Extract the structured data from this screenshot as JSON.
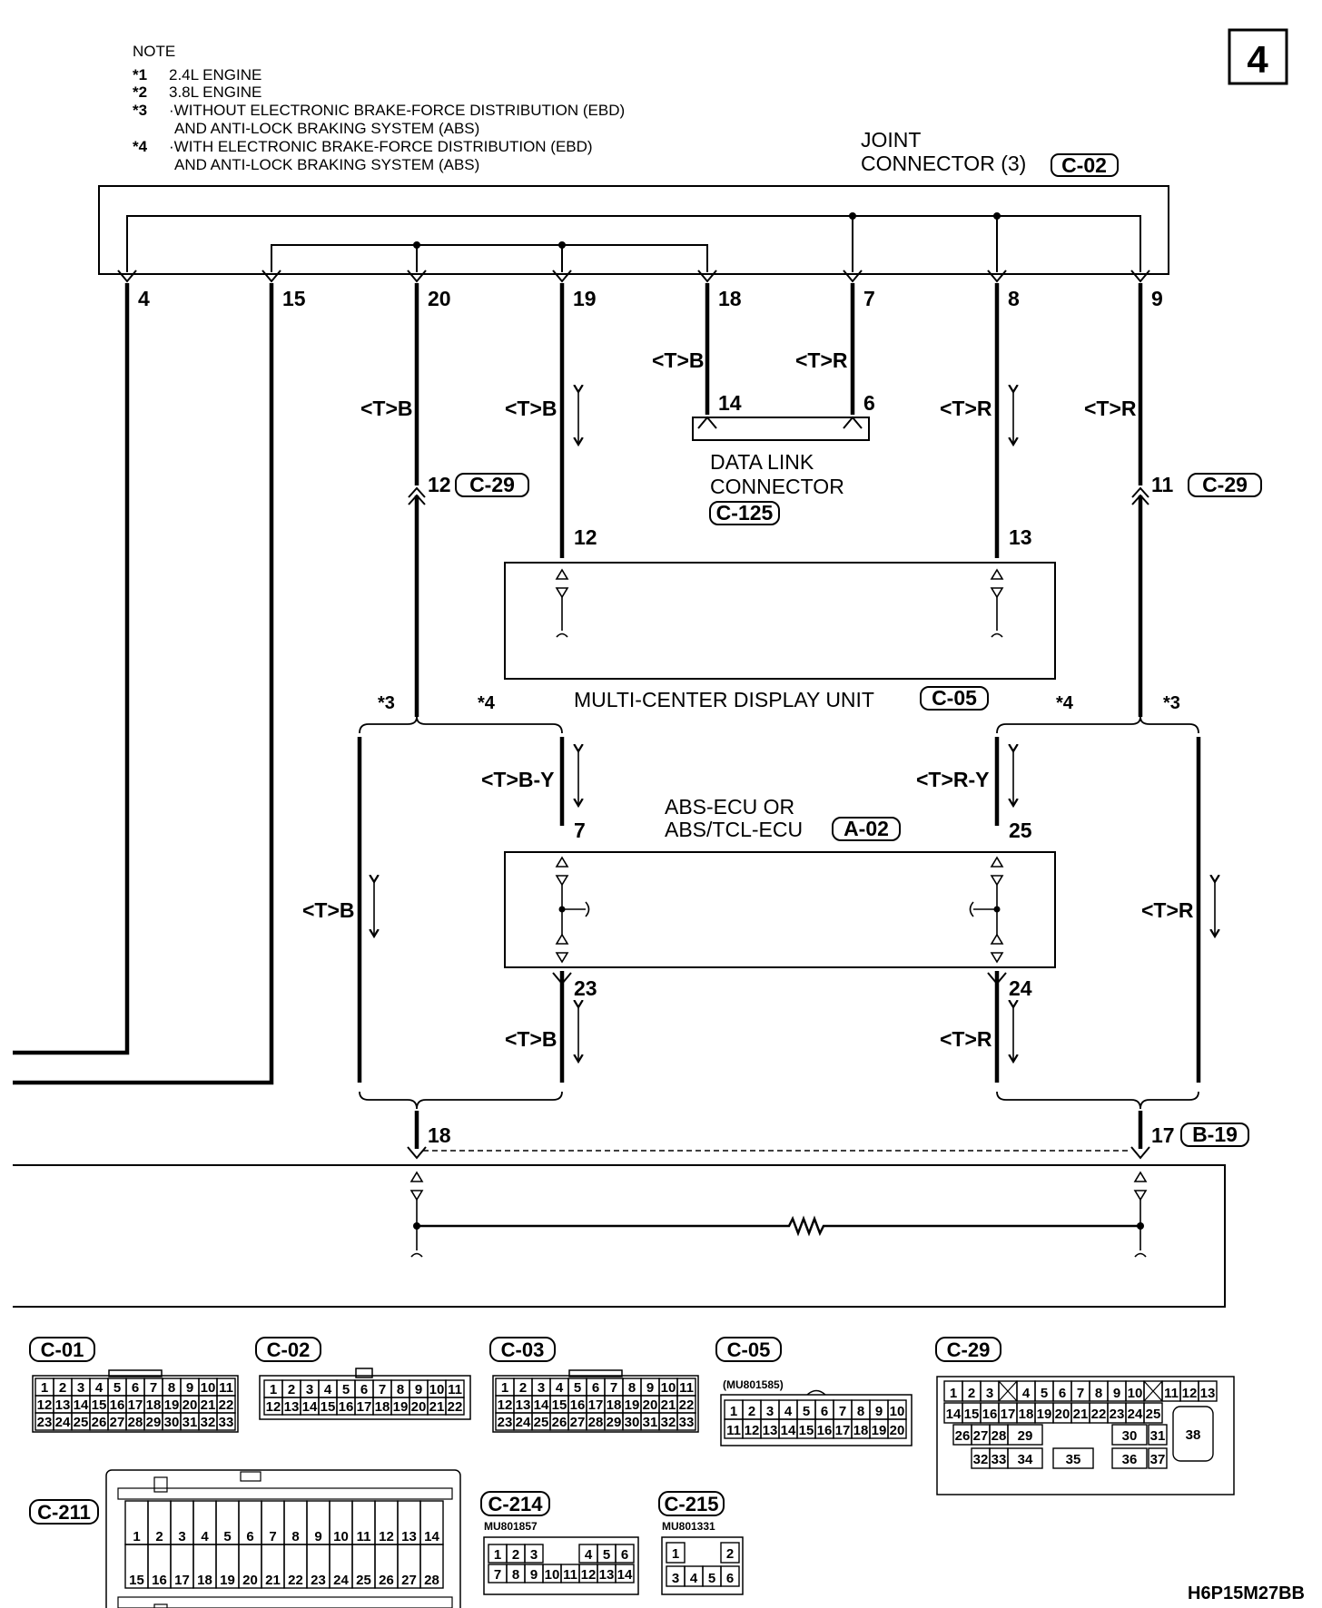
{
  "page_number": "4",
  "figure_code": "H6P15M27BB",
  "note": {
    "title": "NOTE",
    "items": [
      {
        "mark": "*1",
        "text": "2.4L ENGINE"
      },
      {
        "mark": "*2",
        "text": "3.8L ENGINE"
      },
      {
        "mark": "*3",
        "text": "·WITHOUT ELECTRONIC BRAKE-FORCE DISTRIBUTION (EBD)"
      },
      {
        "mark": "",
        "text": "AND ANTI-LOCK BRAKING SYSTEM (ABS)"
      },
      {
        "mark": "*4",
        "text": "·WITH ELECTRONIC BRAKE-FORCE DISTRIBUTION (EBD)"
      },
      {
        "mark": "",
        "text": "AND ANTI-LOCK BRAKING SYSTEM (ABS)"
      }
    ]
  },
  "joint_connector": {
    "line1": "JOINT",
    "line2": "CONNECTOR (3)",
    "code": "C-02"
  },
  "joint_pins": [
    "4",
    "15",
    "20",
    "19",
    "18",
    "7",
    "8",
    "9"
  ],
  "data_link": {
    "line1": "DATA LINK",
    "line2": "CONNECTOR",
    "code": "C-125",
    "pin_a": "14",
    "pin_b": "6"
  },
  "mcd": {
    "label": "MULTI-CENTER DISPLAY UNIT",
    "code": "C-05",
    "pin_left": "12",
    "pin_right": "13"
  },
  "abs": {
    "line1": "ABS-ECU OR",
    "line2": "ABS/TCL-ECU",
    "code": "A-02",
    "pin_tl": "7",
    "pin_tr": "25",
    "pin_bl": "23",
    "pin_br": "24"
  },
  "c29": {
    "pin_left": "12",
    "pin_right": "11",
    "code": "C-29"
  },
  "bottom_conn": {
    "pin_left": "18",
    "pin_right": "17",
    "code": "B-19"
  },
  "wire_colors": {
    "tb": "<T>B",
    "tr": "<T>R",
    "tby": "<T>B-Y",
    "try": "<T>R-Y"
  },
  "marks": {
    "m3": "*3",
    "m4": "*4"
  },
  "connectors": {
    "c01": {
      "code": "C-01",
      "rows": [
        [
          "1",
          "2",
          "3",
          "4",
          "5",
          "6",
          "7",
          "8",
          "9",
          "10",
          "11"
        ],
        [
          "12",
          "13",
          "14",
          "15",
          "16",
          "17",
          "18",
          "19",
          "20",
          "21",
          "22"
        ],
        [
          "23",
          "24",
          "25",
          "26",
          "27",
          "28",
          "29",
          "30",
          "31",
          "32",
          "33"
        ]
      ]
    },
    "c02": {
      "code": "C-02",
      "rows": [
        [
          "1",
          "2",
          "3",
          "4",
          "5",
          "6",
          "7",
          "8",
          "9",
          "10",
          "11"
        ],
        [
          "12",
          "13",
          "14",
          "15",
          "16",
          "17",
          "18",
          "19",
          "20",
          "21",
          "22"
        ]
      ]
    },
    "c03": {
      "code": "C-03",
      "rows": [
        [
          "1",
          "2",
          "3",
          "4",
          "5",
          "6",
          "7",
          "8",
          "9",
          "10",
          "11"
        ],
        [
          "12",
          "13",
          "14",
          "15",
          "16",
          "17",
          "18",
          "19",
          "20",
          "21",
          "22"
        ],
        [
          "23",
          "24",
          "25",
          "26",
          "27",
          "28",
          "29",
          "30",
          "31",
          "32",
          "33"
        ]
      ]
    },
    "c05": {
      "code": "C-05",
      "part": "(MU801585)",
      "rows": [
        [
          "1",
          "2",
          "3",
          "4",
          "5",
          "6",
          "7",
          "8",
          "9",
          "10"
        ],
        [
          "11",
          "12",
          "13",
          "14",
          "15",
          "16",
          "17",
          "18",
          "19",
          "20"
        ]
      ]
    },
    "c29": {
      "code": "C-29",
      "rows": [
        [
          "1",
          "2",
          "3",
          "",
          "4",
          "5",
          "6",
          "7",
          "8",
          "9",
          "10",
          "",
          "11",
          "12",
          "13"
        ],
        [
          "14",
          "15",
          "16",
          "17",
          "18",
          "19",
          "20",
          "21",
          "22",
          "23",
          "24",
          "25"
        ],
        [
          "26",
          "27",
          "28",
          "29",
          "30",
          "31",
          "38"
        ],
        [
          "32",
          "33",
          "34",
          "35",
          "36",
          "37"
        ]
      ]
    },
    "c211": {
      "code": "C-211",
      "rows": [
        [
          "1",
          "2",
          "3",
          "4",
          "5",
          "6",
          "7",
          "8",
          "9",
          "10",
          "11",
          "12",
          "13",
          "14"
        ],
        [
          "15",
          "16",
          "17",
          "18",
          "19",
          "20",
          "21",
          "22",
          "23",
          "24",
          "25",
          "26",
          "27",
          "28"
        ]
      ]
    },
    "c214": {
      "code": "C-214",
      "part": "MU801857",
      "rows": [
        [
          "1",
          "2",
          "3",
          "",
          "4",
          "5",
          "6"
        ],
        [
          "7",
          "8",
          "9",
          "10",
          "11",
          "12",
          "13",
          "14"
        ]
      ]
    },
    "c215": {
      "code": "C-215",
      "part": "MU801331",
      "rows": [
        [
          "1",
          "",
          "2"
        ],
        [
          "3",
          "4",
          "5",
          "6"
        ]
      ]
    }
  }
}
